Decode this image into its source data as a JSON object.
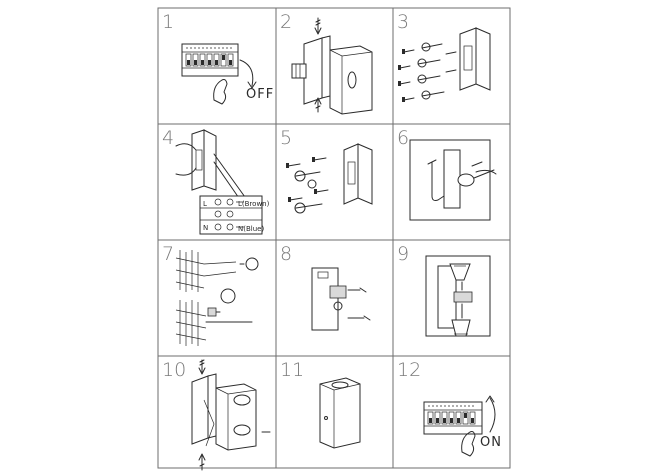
{
  "steps": [
    "1",
    "2",
    "3",
    "4",
    "5",
    "6",
    "7",
    "8",
    "9",
    "10",
    "11",
    "12"
  ],
  "labels": {
    "off": "OFF",
    "on": "ON",
    "brown": "L(Brown)",
    "blue": "N(Blue)",
    "terminal_l": "L",
    "terminal_n": "N"
  },
  "colors": {
    "line": "#2b2b2b",
    "grid": "#6e6e6e",
    "number": "#7a7a7a"
  }
}
